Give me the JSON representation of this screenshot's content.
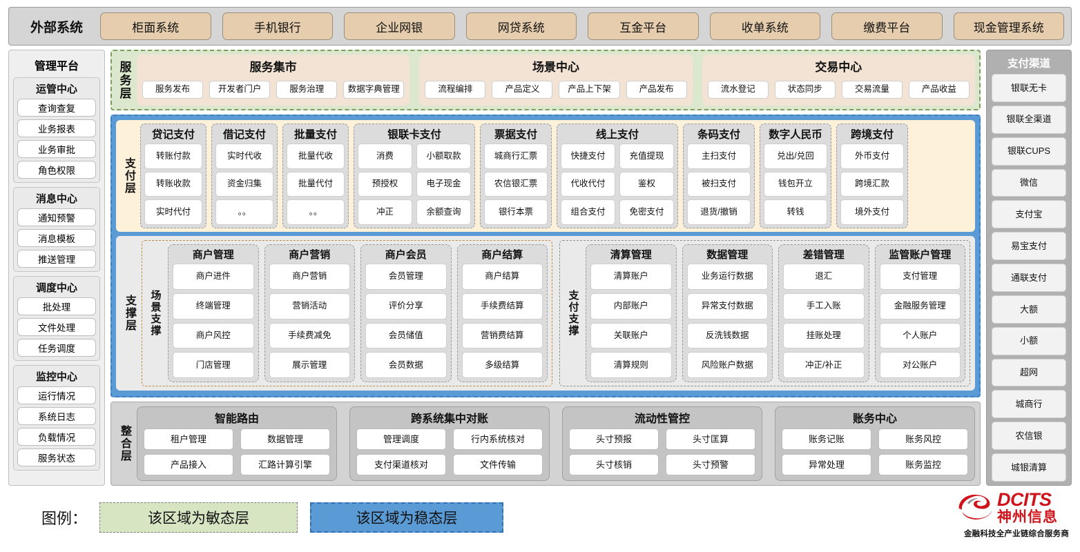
{
  "external": {
    "label": "外部系统",
    "items": [
      "柜面系统",
      "手机银行",
      "企业网银",
      "网贷系统",
      "互金平台",
      "收单系统",
      "缴费平台",
      "现金管理系统"
    ]
  },
  "management": {
    "title": "管理平台",
    "groups": [
      {
        "title": "运管中心",
        "items": [
          "查询查复",
          "业务报表",
          "业务审批",
          "角色权限"
        ]
      },
      {
        "title": "消息中心",
        "items": [
          "通知预警",
          "消息模板",
          "推送管理"
        ]
      },
      {
        "title": "调度中心",
        "items": [
          "批处理",
          "文件处理",
          "任务调度"
        ]
      },
      {
        "title": "监控中心",
        "items": [
          "运行情况",
          "系统日志",
          "负载情况",
          "服务状态"
        ]
      }
    ]
  },
  "service_layer": {
    "label": "服务层",
    "groups": [
      {
        "title": "服务集市",
        "items": [
          "服务发布",
          "开发者门户",
          "服务治理",
          "数据字典管理"
        ]
      },
      {
        "title": "场景中心",
        "items": [
          "流程编排",
          "产品定义",
          "产品上下架",
          "产品发布"
        ]
      },
      {
        "title": "交易中心",
        "items": [
          "流水登记",
          "状态同步",
          "交易流量",
          "产品收益"
        ]
      }
    ]
  },
  "payment_layer": {
    "label": "支付层",
    "columns": [
      {
        "title": "贷记支付",
        "cols": 1,
        "rows": [
          [
            "转账付款"
          ],
          [
            "转账收款"
          ],
          [
            "实时代付"
          ]
        ]
      },
      {
        "title": "借记支付",
        "cols": 1,
        "rows": [
          [
            "实时代收"
          ],
          [
            "资金归集"
          ],
          [
            "。。"
          ]
        ]
      },
      {
        "title": "批量支付",
        "cols": 1,
        "rows": [
          [
            "批量代收"
          ],
          [
            "批量代付"
          ],
          [
            "。。"
          ]
        ]
      },
      {
        "title": "银联卡支付",
        "cols": 2,
        "rows": [
          [
            "消费",
            "小额取款"
          ],
          [
            "预授权",
            "电子现金"
          ],
          [
            "冲正",
            "余额查询"
          ]
        ]
      },
      {
        "title": "票据支付",
        "cols": 1,
        "rows": [
          [
            "城商行汇票"
          ],
          [
            "农信银汇票"
          ],
          [
            "银行本票"
          ]
        ]
      },
      {
        "title": "线上支付",
        "cols": 2,
        "rows": [
          [
            "快捷支付",
            "充值提现"
          ],
          [
            "代收代付",
            "鉴权"
          ],
          [
            "组合支付",
            "免密支付"
          ]
        ]
      },
      {
        "title": "条码支付",
        "cols": 1,
        "rows": [
          [
            "主扫支付"
          ],
          [
            "被扫支付"
          ],
          [
            "退货/撤销"
          ]
        ]
      },
      {
        "title": "数字人民币",
        "cols": 1,
        "rows": [
          [
            "兑出/兑回"
          ],
          [
            "钱包开立"
          ],
          [
            "转钱"
          ]
        ]
      },
      {
        "title": "跨境支付",
        "cols": 1,
        "rows": [
          [
            "外币支付"
          ],
          [
            "跨境汇款"
          ],
          [
            "境外支付"
          ]
        ]
      }
    ]
  },
  "support_layer": {
    "label": "支撑层",
    "halves": [
      {
        "vlabel": "场景支撑",
        "columns": [
          {
            "title": "商户管理",
            "items": [
              "商户进件",
              "终端管理",
              "商户风控",
              "门店管理"
            ]
          },
          {
            "title": "商户营销",
            "items": [
              "商户营销",
              "营销活动",
              "手续费减免",
              "展示管理"
            ]
          },
          {
            "title": "商户会员",
            "items": [
              "会员管理",
              "评价分享",
              "会员储值",
              "会员数据"
            ]
          },
          {
            "title": "商户结算",
            "items": [
              "商户结算",
              "手续费结算",
              "营销费结算",
              "多级结算"
            ]
          }
        ]
      },
      {
        "vlabel": "支付支撑",
        "columns": [
          {
            "title": "清算管理",
            "items": [
              "清算账户",
              "内部账户",
              "关联账户",
              "清算规则"
            ]
          },
          {
            "title": "数据管理",
            "items": [
              "业务运行数据",
              "异常支付数据",
              "反洗钱数据",
              "风险账户数据"
            ]
          },
          {
            "title": "差错管理",
            "items": [
              "退汇",
              "手工入账",
              "挂账处理",
              "冲正/补正"
            ]
          },
          {
            "title": "监管账户管理",
            "items": [
              "支付管理",
              "金融服务管理",
              "个人账户",
              "对公账户"
            ]
          }
        ]
      }
    ]
  },
  "integration_layer": {
    "label": "整合层",
    "columns": [
      {
        "title": "智能路由",
        "rows": [
          [
            "租户管理",
            "数据管理"
          ],
          [
            "产品接入",
            "汇路计算引擎"
          ]
        ]
      },
      {
        "title": "跨系统集中对账",
        "rows": [
          [
            "管理调度",
            "行内系统核对"
          ],
          [
            "支付渠道核对",
            "文件传输"
          ]
        ]
      },
      {
        "title": "流动性管控",
        "rows": [
          [
            "头寸预报",
            "头寸匡算"
          ],
          [
            "头寸核销",
            "头寸预警"
          ]
        ]
      },
      {
        "title": "账务中心",
        "rows": [
          [
            "账务记账",
            "账务风控"
          ],
          [
            "异常处理",
            "账务监控"
          ]
        ]
      }
    ]
  },
  "channels": {
    "title": "支付渠道",
    "items": [
      "银联无卡",
      "银联全渠道",
      "银联CUPS",
      "微信",
      "支付宝",
      "易宝支付",
      "通联支付",
      "大额",
      "小额",
      "超网",
      "城商行",
      "农信银",
      "城银清算"
    ]
  },
  "legend": {
    "label": "图例：",
    "agile": "该区域为敏态层",
    "stable": "该区域为稳态层"
  },
  "logo": {
    "en": "DCITS",
    "cn": "神州信息",
    "tagline": "金融科技全产业链综合服务商"
  },
  "colors": {
    "agile_fill": "#dbe8cd",
    "agile_border": "#7d9b5e",
    "stable_fill": "#5b9bd5",
    "stable_border": "#3f7fbf",
    "payment_fill": "#fdf2d9",
    "external_item": "#e6cdad",
    "scene_border": "#c08a3e",
    "brand_red": "#cf131b"
  }
}
